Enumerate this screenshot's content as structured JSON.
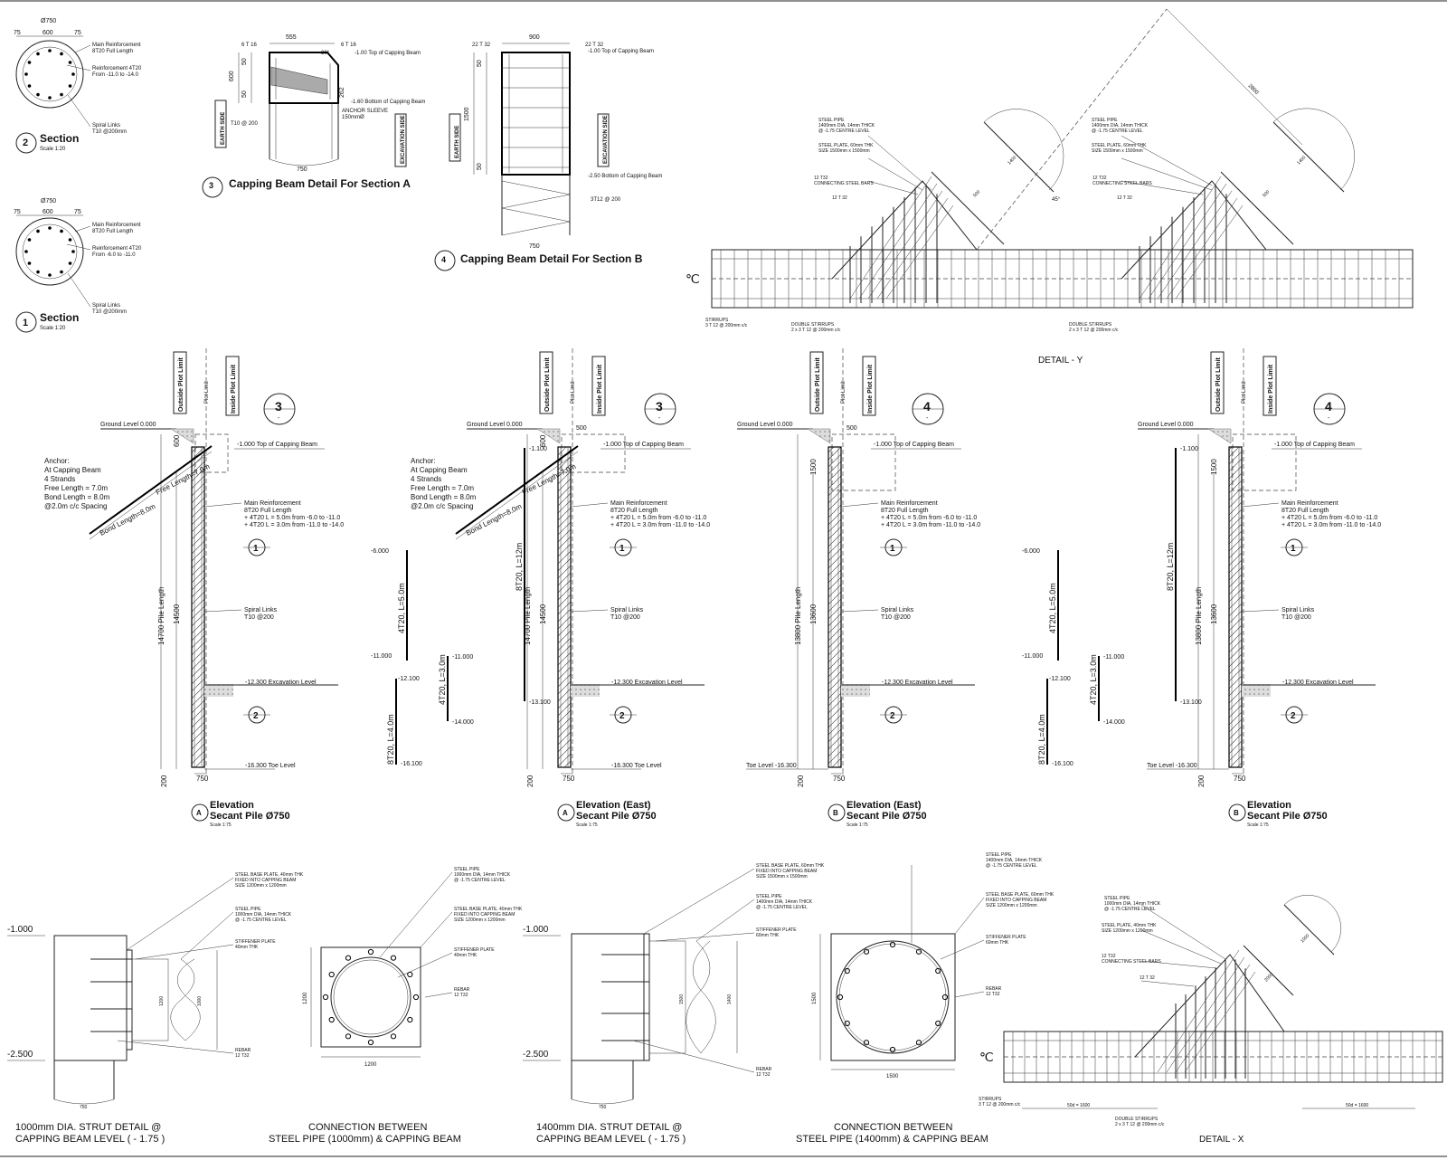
{
  "sections": {
    "s2": {
      "num": "2",
      "title": "Section",
      "scale": "Scale 1:20",
      "dia": "Ø750",
      "d1": "75",
      "d2": "600",
      "d3": "75",
      "c1": "Main Reinforcement",
      "c2": "8T20 Full Length",
      "c3": "Reinforcement 4T20",
      "c4": "From -11.0 to -14.0",
      "c5": "Spiral Links",
      "c6": "T10 @200mm"
    },
    "s1": {
      "num": "1",
      "title": "Section",
      "scale": "Scale 1:20",
      "dia": "Ø750",
      "d1": "75",
      "d2": "600",
      "d3": "75",
      "c1": "Main Reinforcement",
      "c2": "8T20 Full Length",
      "c3": "Reinforcement 4T20",
      "c4": "From -6.0 to -11.0",
      "c5": "Spiral Links",
      "c6": "T10 @200mm"
    }
  },
  "capA": {
    "num": "3",
    "title": "Capping Beam Detail For Section A",
    "w": "555",
    "rebar1": "6 T 16",
    "rebar2": "6 T 16",
    "ang": "30°",
    "top": "-1.00  Top of Capping Beam",
    "bot": "-1.60  Bottom of Capping Beam",
    "sleeve1": "ANCHOR SLEEVE",
    "sleeve2": "150mmØ",
    "links": "T10 @ 200",
    "h1": "50",
    "h2": "600",
    "h3": "50",
    "d262": "262",
    "base": "750",
    "earth": "EARTH SIDE",
    "exc": "EXCAVATION SIDE"
  },
  "capB": {
    "num": "4",
    "title": "Capping Beam Detail For Section B",
    "w": "900",
    "rebar1": "22 T 32",
    "rebar2": "22 T 32",
    "top": "-1.00  Top of Capping Beam",
    "bot": "-2.50  Bottom of Capping Beam",
    "links": "3T12 @ 200",
    "h1": "50",
    "h2": "1500",
    "h3": "50",
    "base": "750",
    "earth": "EARTH SIDE",
    "exc": "EXCAVATION SIDE"
  },
  "detailY": {
    "title": "DETAIL - Y",
    "l1": [
      "STEEL PIPE",
      "1400mm DIA, 14mm THICK",
      "@ -1.75 CENTRE LEVEL"
    ],
    "l2": [
      "STEEL PLATE, 60mm THK",
      "SIZE 1500mm x 1500mm"
    ],
    "l3": [
      "12 T32",
      "CONNECTING STEEL BARS"
    ],
    "l4": "12 T 32",
    "r1": [
      "STEEL PIPE",
      "1400mm DIA, 14mm THICK",
      "@ -1.75 CENTRE LEVEL"
    ],
    "r2": [
      "STEEL PLATE, 60mm THK",
      "SIZE 1500mm x 1500mm"
    ],
    "r3": [
      "12 T32",
      "CONNECTING STEEL BARS"
    ],
    "r4": "12 T 32",
    "stir": [
      "STIRRUPS",
      "3 T 12 @ 200mm c/c"
    ],
    "dbl1": [
      "DOUBLE STIRRUPS",
      "2 x 3 T 12 @ 200mm c/c"
    ],
    "dbl2": [
      "DOUBLE STIRRUPS",
      "2 x 3 T 12 @ 200mm c/c"
    ],
    "dim1": "2800",
    "dim2": "1400",
    "dim3": "500",
    "ang": "45°",
    "cl": "℃"
  },
  "elevA": {
    "title1": "Elevation",
    "title2": "Secant Pile Ø750",
    "mark": "A",
    "scale": "Scale 1:75",
    "callout": "3",
    "outside": "Outside Plot Limit",
    "inside": "Inside Plot Limit",
    "plot": "Plot Limit",
    "ground": "Ground Level   0.000",
    "top": "-1.000   Top of Capping Beam",
    "exc": "-12.300   Excavation Level",
    "toe": "-16.300   Toe Level",
    "anchor": [
      "Anchor:",
      "At Capping Beam",
      "4 Strands",
      "Free Length = 7.0m",
      "Bond Length = 8.0m",
      "@2.0m c/c Spacing"
    ],
    "bond": "Bond Length=8.0m",
    "free": "Free Length=7.0m",
    "main": [
      "Main Reinforcement",
      "8T20 Full Length",
      "+ 4T20 L = 5.0m from -6.0 to -11.0",
      "+ 4T20 L = 3.0m from -11.0 to -14.0"
    ],
    "spiral": [
      "Spiral Links",
      "T10 @200"
    ],
    "pile": "14700  Pile Length",
    "d14500": "14500",
    "d600": "600",
    "d200": "200",
    "d750": "750",
    "sec1": "1",
    "sec2": "2"
  },
  "barsA": {
    "a1": "-1.100",
    "a2": "8T20, L=12m",
    "a3": "-13.100",
    "b1": "-6.000",
    "b2": "4T20, L=5.0m",
    "b3": "-11.000",
    "c1": "-11.000",
    "c2": "4T20, L=3.0m",
    "c3": "-14.000",
    "d1": "-12.100",
    "d2": "8T20, L=4.0m",
    "d3": "-16.100"
  },
  "elevAE": {
    "title1": "Elevation (East)",
    "title2": "Secant Pile Ø750",
    "mark": "A",
    "scale": "Scale 1:75",
    "callout": "3",
    "outside": "Outside Plot Limit",
    "inside": "Inside Plot Limit",
    "plot": "Plot Limit",
    "ground": "Ground Level   0.000",
    "top": "-1.000   Top of Capping Beam",
    "exc": "-12.300   Excavation Level",
    "toe": "-16.300   Toe Level",
    "anchor": [
      "Anchor:",
      "At Capping Beam",
      "4 Strands",
      "Free Length = 7.0m",
      "Bond Length = 8.0m",
      "@2.0m c/c Spacing"
    ],
    "bond": "Bond Length=8.0m",
    "free": "Free Length=7.0m",
    "main": [
      "Main Reinforcement",
      "8T20 Full Length",
      "+ 4T20 L = 5.0m from -6.0 to -11.0",
      "+ 4T20 L = 3.0m from -11.0 to -14.0"
    ],
    "spiral": [
      "Spiral Links",
      "T10 @200"
    ],
    "pile": "14700  Pile Length",
    "d14500": "14500",
    "d600": "600",
    "d500": "500",
    "d200": "200",
    "d750": "750"
  },
  "elevBE": {
    "title1": "Elevation (East)",
    "title2": "Secant Pile Ø750",
    "mark": "B",
    "scale": "Scale 1:75",
    "callout": "4",
    "outside": "Outside Plot Limit",
    "inside": "Inside Plot Limit",
    "plot": "Plot Limit",
    "ground": "Ground Level   0.000",
    "top": "-1.000   Top of Capping Beam",
    "exc": "-12.300   Excavation Level",
    "toe": "Toe Level   -16.300",
    "main": [
      "Main Reinforcement",
      "8T20 Full Length",
      "+ 4T20 L = 5.0m from -6.0 to -11.0",
      "+ 4T20 L = 3.0m from -11.0 to -14.0"
    ],
    "spiral": [
      "Spiral Links",
      "T10 @200"
    ],
    "pile": "13800  Pile Length",
    "d13600": "13600",
    "d1500": "1500",
    "d500": "500",
    "d200": "200",
    "d750": "750"
  },
  "barsB": {
    "a1": "-1.100",
    "a2": "8T20, L=12m",
    "a3": "-13.100",
    "b1": "-6.000",
    "b2": "4T20, L=5.0m",
    "b3": "-11.000",
    "c1": "-11.000",
    "c2": "4T20, L=3.0m",
    "c3": "-14.000",
    "d1": "-12.100",
    "d2": "8T20, L=4.0m",
    "d3": "-16.100"
  },
  "elevB": {
    "title1": "Elevation",
    "title2": "Secant Pile Ø750",
    "mark": "B",
    "scale": "Scale 1:75",
    "callout": "4",
    "outside": "Outside Plot Limit",
    "inside": "Inside Plot Limit",
    "plot": "Plot Limit",
    "ground": "Ground Level   0.000",
    "top": "-1.000   Top of Capping Beam",
    "exc": "-12.300   Excavation Level",
    "toe": "Toe Level   -16.300",
    "main": [
      "Main Reinforcement",
      "8T20 Full Length",
      "+ 4T20 L = 5.0m from -6.0 to -11.0",
      "+ 4T20 L = 3.0m from -11.0 to -14.0"
    ],
    "spiral": [
      "Spiral Links",
      "T10 @200"
    ],
    "pile": "13800  Pile Length",
    "d13600": "13600",
    "d1500": "1500",
    "d200": "200",
    "d750": "750"
  },
  "strut1000": {
    "lvl1": "-1.000",
    "lvl2": "-2.500",
    "t1": "1000mm DIA. STRUT DETAIL @",
    "t2": "CAPPING BEAM LEVEL ( - 1.75 )",
    "c1": [
      "STEEL BASE PLATE, 40mm THK",
      "FIXED INTO CAPPING BEAM",
      "SIZE 1200mm x 1200mm"
    ],
    "c2": [
      "STEEL PIPE",
      "1000mm DIA, 14mm THICK",
      "@ -1.75 CENTRE LEVEL"
    ],
    "c3": [
      "STIFFENER PLATE",
      "40mm THK"
    ],
    "c4": [
      "REBAR",
      "12 T32"
    ],
    "d1": "1200",
    "d2": "1000",
    "d3": "750"
  },
  "conn1000": {
    "t1": "CONNECTION BETWEEN",
    "t2": "STEEL PIPE (1000mm) & CAPPING BEAM",
    "c1": [
      "STEEL PIPE",
      "1000mm DIA, 14mm THICK",
      "@ -1.75 CENTRE LEVEL"
    ],
    "c2": [
      "STEEL BASE PLATE, 40mm THK",
      "FIXED INTO CAPPING BEAM",
      "SIZE 1200mm x 1200mm"
    ],
    "c3": [
      "STIFFENER PLATE",
      "40mm THK"
    ],
    "c4": [
      "REBAR",
      "12 T32"
    ],
    "d1": "1200",
    "d2": "1200"
  },
  "strut1400": {
    "lvl1": "-1.000",
    "lvl2": "-2.500",
    "t1": "1400mm DIA. STRUT DETAIL @",
    "t2": "CAPPING BEAM LEVEL ( - 1.75 )",
    "c1": [
      "STEEL BASE PLATE, 60mm THK",
      "FIXED INTO CAPPING BEAM",
      "SIZE 1500mm x 1500mm"
    ],
    "c2": [
      "STEEL PIPE",
      "1400mm DIA, 14mm THICK",
      "@ -1.75 CENTRE LEVEL"
    ],
    "c3": [
      "STIFFENER PLATE",
      "60mm THK"
    ],
    "c4": [
      "REBAR",
      "12 T32"
    ],
    "d1": "1500",
    "d2": "1400",
    "d3": "750"
  },
  "conn1400": {
    "t1": "CONNECTION BETWEEN",
    "t2": "STEEL PIPE (1400mm) & CAPPING BEAM",
    "c1": [
      "STEEL PIPE",
      "1400mm DIA, 14mm THICK",
      "@ -1.75 CENTRE LEVEL"
    ],
    "c2": [
      "STEEL BASE PLATE, 60mm THK",
      "FIXED INTO CAPPING BEAM",
      "SIZE 1200mm x 1200mm"
    ],
    "c3": [
      "STIFFENER PLATE",
      "60mm THK"
    ],
    "c4": [
      "REBAR",
      "12 T32"
    ],
    "d1": "1500",
    "d2": "1500"
  },
  "detailX": {
    "title": "DETAIL - X",
    "l1": [
      "STEEL PIPE",
      "1000mm DIA, 14mm THICK",
      "@ -1.75 CENTRE LEVEL"
    ],
    "l2": [
      "STEEL PLATE, 40mm THK",
      "SIZE 1200mm x 1200mm"
    ],
    "l3": [
      "12 T32",
      "CONNECTING STEEL BARS"
    ],
    "l4": "12 T 32",
    "stir": [
      "STIRRUPS",
      "3 T 12 @ 200mm c/c"
    ],
    "dbl": [
      "DOUBLE STIRRUPS",
      "2 x 3 T 12 @ 200mm c/c"
    ],
    "d1": "50d = 1600",
    "d2": "50d = 1600",
    "d3": "1000",
    "d4": "2000",
    "cl": "℃"
  }
}
